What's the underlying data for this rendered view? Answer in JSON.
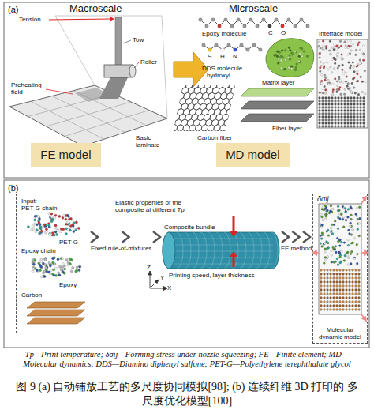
{
  "diagram": {
    "caption": "图 9 (a) 自动铺放工艺的多尺度协同模拟[98]; (b) 连续纤维 3D 打印的 多尺度优化模型[100]",
    "nodes": [
      {
        "text": [
          "FE model"
        ]
      },
      {
        "text": [
          "MD model"
        ]
      },
      {
        "text": [
          "Input:",
          "PET-G chain",
          "PET-G",
          "Epoxy chain",
          "Epoxy",
          "Carbon"
        ]
      },
      {
        "text": [
          "Composite bundle"
        ]
      },
      {
        "text": [
          "Molecular dynamic model"
        ]
      }
    ],
    "edges": [
      {
        "from": 2,
        "to": 3,
        "arrow": "to",
        "label": "Elastic properties of the composite at different Tp"
      },
      {
        "from": 3,
        "to": 4,
        "arrow": "to",
        "label": "FE method"
      }
    ],
    "labels": [
      "(a)",
      "Macroscale",
      "Tension",
      "Tow",
      "Roller",
      "Preheating field",
      "Basic laminate",
      "Microscale",
      "Epoxy molecule",
      "S",
      "H",
      "N",
      "C",
      "O",
      "DDS molecule",
      "hydroxyl",
      "Matrix layer",
      "Interface model",
      "Fiber layer",
      "Carbon fiber",
      "(b)",
      "Fixed rule-of-mixtures",
      "Printing speed, layer thickness",
      "Z",
      "Y",
      "X",
      "δσij",
      "Tp—Print temperature; δσij—Forming stress under nozzle squeezing; FE—Finite element; MD—Molecular dynamics; DDS—Diamino diphenyl sulfone; PET-G—Polyethylene terephthalate glycol"
    ]
  }
}
